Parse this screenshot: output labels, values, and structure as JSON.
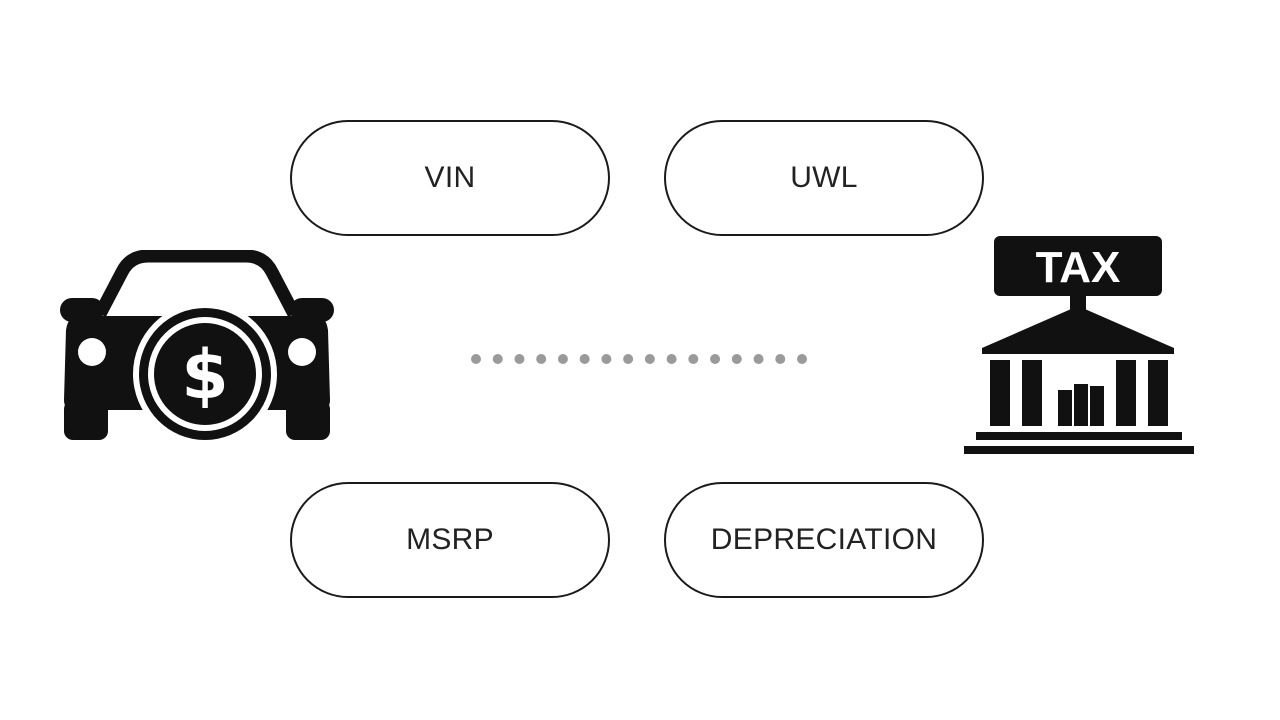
{
  "diagram": {
    "pills": {
      "top_left": "VIN",
      "top_right": "UWL",
      "bottom_left": "MSRP",
      "bottom_right": "DEPRECIATION"
    },
    "car_icon": {
      "name": "car-dollar-icon",
      "symbol": "$"
    },
    "tax_icon": {
      "name": "tax-building-icon",
      "label": "TAX"
    },
    "connector": {
      "style": "dotted",
      "dot_count": 16
    },
    "colors": {
      "ink": "#111111",
      "background": "#ffffff",
      "dots": "#9a9a9a"
    }
  }
}
